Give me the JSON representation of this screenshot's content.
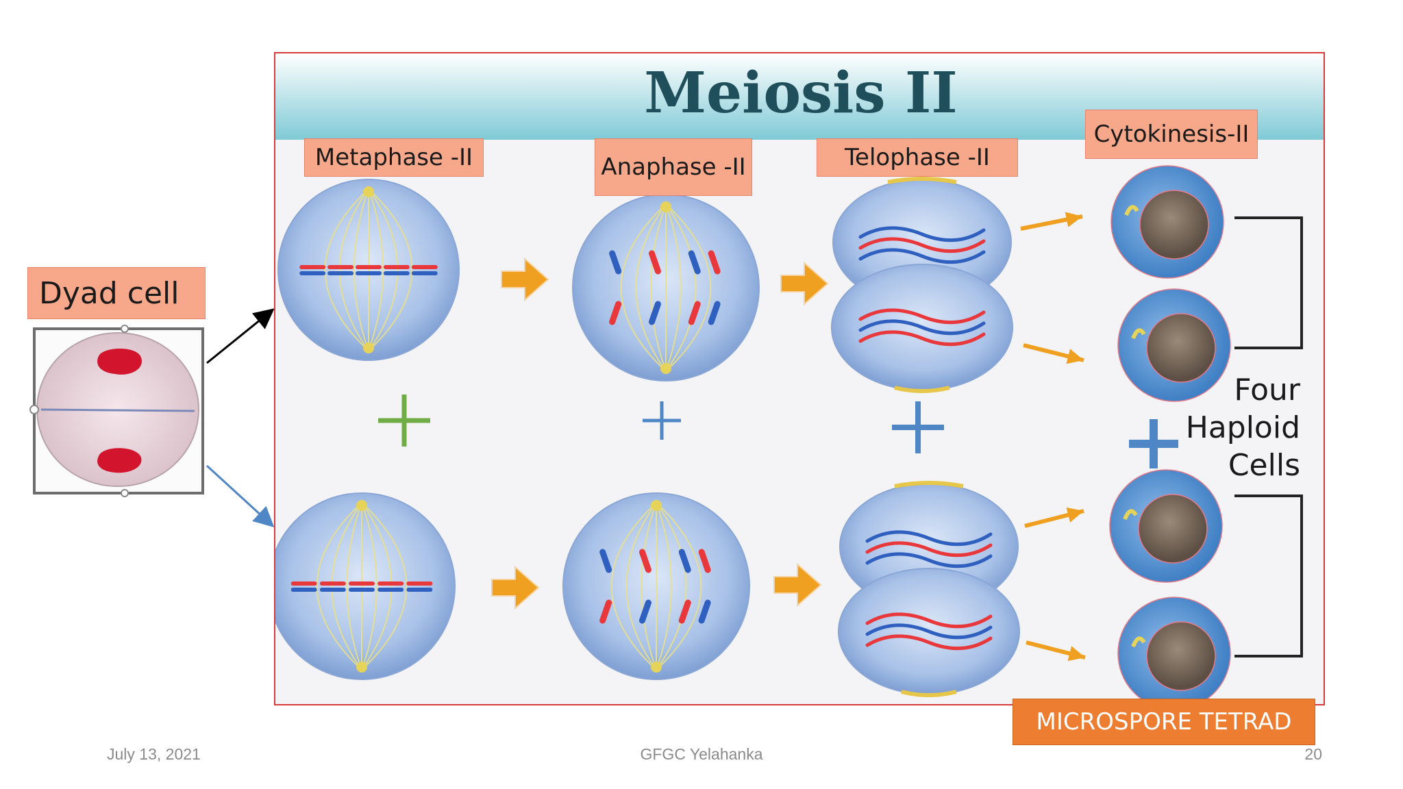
{
  "slide": {
    "dyad_label": "Dyad cell",
    "figure": {
      "title": "Meiosis II",
      "stages": [
        "Metaphase -II",
        "Anaphase -II",
        "Telophase -II",
        "Cytokinesis-II"
      ],
      "result_label": [
        "Four",
        "Haploid",
        "Cells"
      ],
      "tetrad_label": "MICROSPORE TETRAD"
    },
    "footer": {
      "date": "July 13, 2021",
      "center": "GFGC Yelahanka",
      "page": "20"
    },
    "colors": {
      "label_fill": "#f7a78a",
      "tetrad_fill": "#ed7d31",
      "frame": "#d83b3b",
      "arrow": "#f0a020",
      "cell": "#8fb2df",
      "chromatid_red": "#e8383b",
      "chromatid_blue": "#2f5fbf"
    }
  }
}
